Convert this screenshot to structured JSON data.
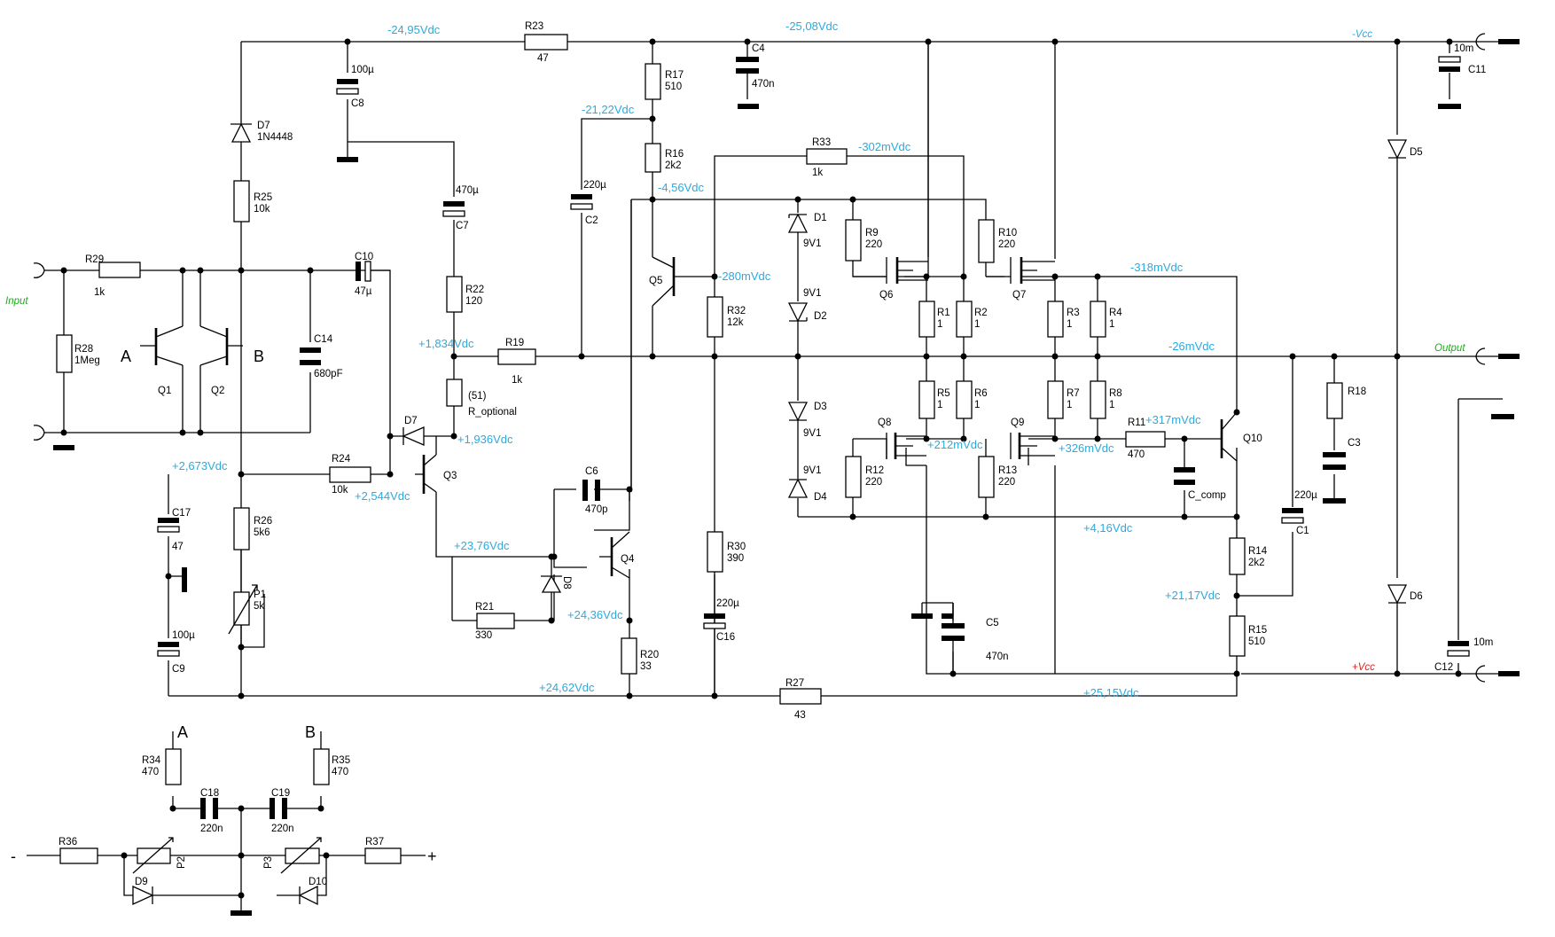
{
  "colors": {
    "voltage": "#29abe2",
    "io_label": "#22aa22",
    "vcc_pos": "#e02020",
    "vcc_neg": "#29abe2"
  },
  "io": {
    "input": "Input",
    "output": "Output",
    "vcc_pos": "+Vcc",
    "vcc_neg": "-Vcc",
    "minus": "-",
    "plus": "+"
  },
  "voltages": {
    "v1": "-24,95Vdc",
    "v2": "-25,08Vdc",
    "v3": "-21,22Vdc",
    "v4": "-302mVdc",
    "v5": "-4,56Vdc",
    "v6": "-280mVdc",
    "v7": "-318mVdc",
    "v8": "+1,834Vdc",
    "v9": "-26mVdc",
    "v10": "+1,936Vdc",
    "v11": "+2,673Vdc",
    "v12": "+2,544Vdc",
    "v13": "+317mVdc",
    "v14": "+212mVdc",
    "v15": "+326mVdc",
    "v16": "+4,16Vdc",
    "v17": "+23,76Vdc",
    "v18": "+24,36Vdc",
    "v19": "+21,17Vdc",
    "v20": "+24,62Vdc",
    "v21": "+25,15Vdc"
  },
  "parts": {
    "R23": {
      "ref": "R23",
      "val": "47"
    },
    "R17": {
      "ref": "R17",
      "val": "510"
    },
    "R16": {
      "ref": "R16",
      "val": "2k2"
    },
    "R33": {
      "ref": "R33",
      "val": "1k"
    },
    "R25": {
      "ref": "R25",
      "val": "10k"
    },
    "R29": {
      "ref": "R29",
      "val": "1k"
    },
    "R28": {
      "ref": "R28",
      "val": "1Meg"
    },
    "R22": {
      "ref": "R22",
      "val": "120"
    },
    "R19": {
      "ref": "R19",
      "val": "1k"
    },
    "Ropt": {
      "ref": "(51)",
      "val": "R_optional"
    },
    "R24": {
      "ref": "R24",
      "val": "10k"
    },
    "R26": {
      "ref": "R26",
      "val": "5k6"
    },
    "R21": {
      "ref": "R21",
      "val": "330"
    },
    "R20": {
      "ref": "R20",
      "val": "33"
    },
    "R32": {
      "ref": "R32",
      "val": "12k"
    },
    "R30": {
      "ref": "R30",
      "val": "390"
    },
    "R27": {
      "ref": "R27",
      "val": "43"
    },
    "R9": {
      "ref": "R9",
      "val": "220"
    },
    "R10": {
      "ref": "R10",
      "val": "220"
    },
    "R1": {
      "ref": "R1",
      "val": "1"
    },
    "R2": {
      "ref": "R2",
      "val": "1"
    },
    "R3": {
      "ref": "R3",
      "val": "1"
    },
    "R4": {
      "ref": "R4",
      "val": "1"
    },
    "R5": {
      "ref": "R5",
      "val": "1"
    },
    "R6": {
      "ref": "R6",
      "val": "1"
    },
    "R7": {
      "ref": "R7",
      "val": "1"
    },
    "R8": {
      "ref": "R8",
      "val": "1"
    },
    "R11": {
      "ref": "R11",
      "val": "470"
    },
    "R12": {
      "ref": "R12",
      "val": "220"
    },
    "R13": {
      "ref": "R13",
      "val": "220"
    },
    "R14": {
      "ref": "R14",
      "val": "2k2"
    },
    "R15": {
      "ref": "R15",
      "val": "510"
    },
    "R18": {
      "ref": "R18",
      "val": ""
    },
    "R34": {
      "ref": "R34",
      "val": "470"
    },
    "R35": {
      "ref": "R35",
      "val": "470"
    },
    "R36": {
      "ref": "R36",
      "val": ""
    },
    "R37": {
      "ref": "R37",
      "val": ""
    },
    "C8": {
      "ref": "C8",
      "val": "100µ"
    },
    "C7": {
      "ref": "C7",
      "val": "470µ"
    },
    "C2": {
      "ref": "C2",
      "val": "220µ"
    },
    "C4": {
      "ref": "C4",
      "val": "470n"
    },
    "C10": {
      "ref": "C10",
      "val": "47µ"
    },
    "C14": {
      "ref": "C14",
      "val": "680pF"
    },
    "C6": {
      "ref": "C6",
      "val": "470p"
    },
    "C17": {
      "ref": "C17",
      "val": "47"
    },
    "C9": {
      "ref": "C9",
      "val": "100µ"
    },
    "C16": {
      "ref": "C16",
      "val": "220µ"
    },
    "C5": {
      "ref": "C5",
      "val": "470n"
    },
    "C1": {
      "ref": "C1",
      "val": "220µ"
    },
    "C3": {
      "ref": "C3",
      "val": ""
    },
    "Ccomp": {
      "ref": "C_comp",
      "val": ""
    },
    "C11": {
      "ref": "C11",
      "val": "10m"
    },
    "C12": {
      "ref": "C12",
      "val": "10m"
    },
    "C18": {
      "ref": "C18",
      "val": "220n"
    },
    "C19": {
      "ref": "C19",
      "val": "220n"
    },
    "D7a": {
      "ref": "D7",
      "val": "1N4448"
    },
    "D7b": {
      "ref": "D7",
      "val": ""
    },
    "D8": {
      "ref": "D8",
      "val": ""
    },
    "D1": {
      "ref": "D1",
      "val": "9V1"
    },
    "D2": {
      "ref": "D2",
      "val": "9V1"
    },
    "D3": {
      "ref": "D3",
      "val": "9V1"
    },
    "D4": {
      "ref": "D4",
      "val": "9V1"
    },
    "D5": {
      "ref": "D5",
      "val": ""
    },
    "D6": {
      "ref": "D6",
      "val": ""
    },
    "D9": {
      "ref": "D9",
      "val": ""
    },
    "D10": {
      "ref": "D10",
      "val": ""
    },
    "P1": {
      "ref": "P1",
      "val": "5k"
    },
    "P2": {
      "ref": "P2",
      "val": ""
    },
    "P3": {
      "ref": "P3",
      "val": ""
    },
    "Q1": {
      "ref": "Q1"
    },
    "Q2": {
      "ref": "Q2"
    },
    "Q3": {
      "ref": "Q3"
    },
    "Q4": {
      "ref": "Q4"
    },
    "Q5": {
      "ref": "Q5"
    },
    "Q6": {
      "ref": "Q6"
    },
    "Q7": {
      "ref": "Q7"
    },
    "Q8": {
      "ref": "Q8"
    },
    "Q9": {
      "ref": "Q9"
    },
    "Q10": {
      "ref": "Q10"
    }
  },
  "nodes": {
    "A": "A",
    "B": "B"
  }
}
